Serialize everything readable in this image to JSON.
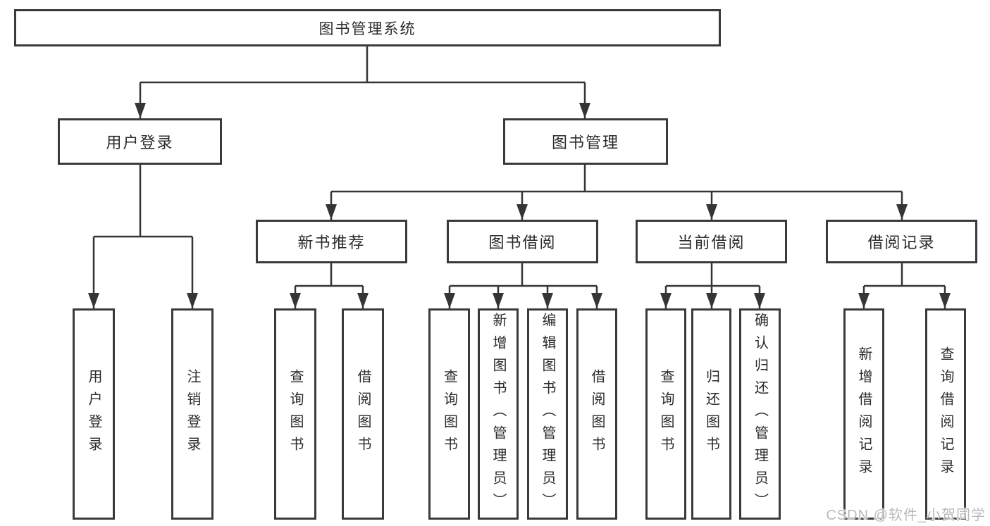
{
  "title": {
    "label": "图书管理系统"
  },
  "level2": {
    "user_login": "用户登录",
    "book_management": "图书管理"
  },
  "level3": {
    "new_book_recommend": "新书推荐",
    "book_borrow": "图书借阅",
    "current_borrow": "当前借阅",
    "borrow_records": "借阅记录"
  },
  "leaves": {
    "user_login": [
      "用户登录",
      "注销登录"
    ],
    "new_book_recommend": [
      "查询图书",
      "借阅图书"
    ],
    "book_borrow": [
      "查询图书",
      "新增图书（管理员）",
      "编辑图书（管理员）",
      "借阅图书"
    ],
    "current_borrow": [
      "查询图书",
      "归还图书",
      "确认归还（管理员）"
    ],
    "borrow_records": [
      "新增借阅记录",
      "查询借阅记录"
    ]
  },
  "watermark": {
    "text": "CSDN @软件_小贺同学"
  },
  "colors": {
    "line": "#353535",
    "border": "#3a3a3a",
    "text": "#2b2b2b",
    "background": "#ffffff",
    "watermark": "#b9b9b9"
  }
}
